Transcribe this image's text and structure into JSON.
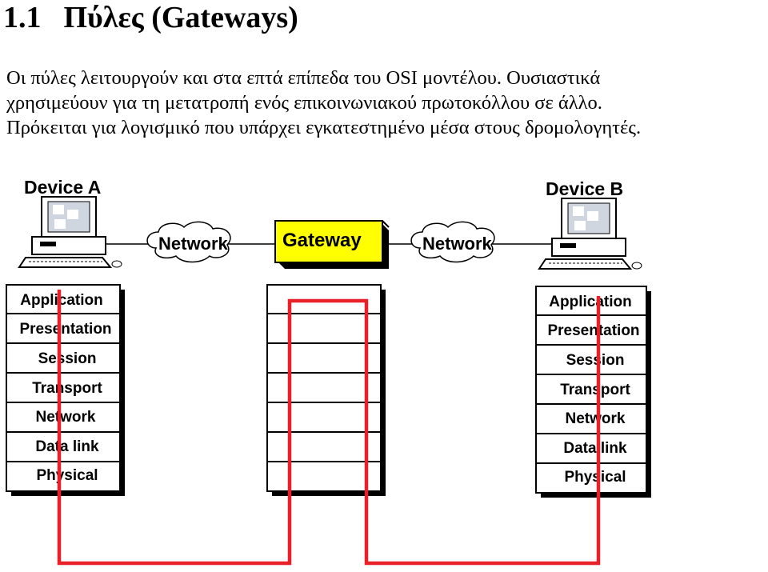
{
  "heading": {
    "number": "1.1",
    "text": "Πύλες (Gateways)"
  },
  "paragraph": [
    "Οι πύλες λειτουργούν και στα επτά επίπεδα του OSI μοντέλου. Ουσιαστικά",
    "χρησιμεύουν για τη μετατροπή ενός επικοινωνιακού πρωτοκόλλου σε άλλο.",
    "Πρόκειται για λογισμικό που υπάρχει εγκατεστημένο μέσα στους δρομολογητές."
  ],
  "diagram": {
    "device_a": "Device A",
    "device_b": "Device B",
    "network_left": "Network",
    "network_right": "Network",
    "gateway": "Gateway",
    "layers_a": [
      "Application",
      "Presentation",
      "Session",
      "Transport",
      "Network",
      "Data link",
      "Physical"
    ],
    "layers_b": [
      "Application",
      "Presentation",
      "Session",
      "Transport",
      "Network",
      "Data link",
      "Physical"
    ],
    "colors": {
      "path": "#e8202a",
      "gateway": "#ffff00",
      "stack": "#ffffff",
      "shadow": "#000000"
    }
  }
}
